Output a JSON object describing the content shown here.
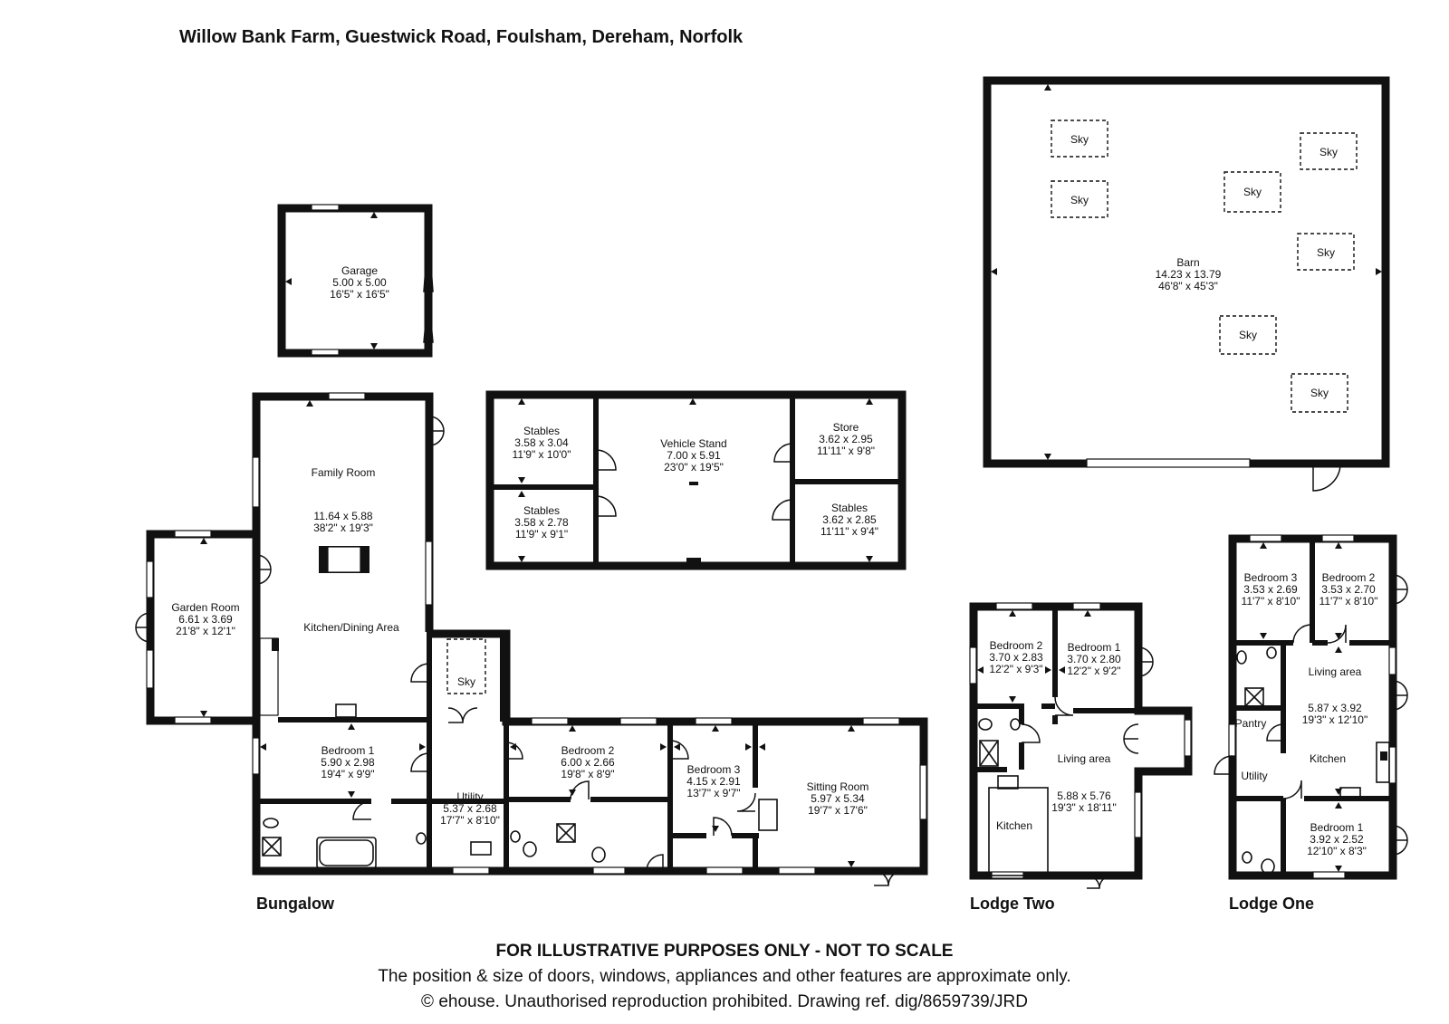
{
  "title": "Willow Bank Farm, Guestwick Road, Foulsham, Dereham, Norfolk",
  "buildings": {
    "bungalow": "Bungalow",
    "lodge_two": "Lodge Two",
    "lodge_one": "Lodge One"
  },
  "rooms": {
    "garage": {
      "name": "Garage",
      "metric": "5.00 x 5.00",
      "imperial": "16'5\" x 16'5\""
    },
    "barn": {
      "name": "Barn",
      "metric": "14.23 x 13.79",
      "imperial": "46'8\" x 45'3\""
    },
    "barn_skylight": "Sky",
    "stables_a": {
      "name": "Stables",
      "metric": "3.58 x 3.04",
      "imperial": "11'9\" x 10'0\""
    },
    "stables_b": {
      "name": "Stables",
      "metric": "3.58 x 2.78",
      "imperial": "11'9\" x 9'1\""
    },
    "vehicle_stand": {
      "name": "Vehicle Stand",
      "metric": "7.00 x 5.91",
      "imperial": "23'0\" x 19'5\""
    },
    "store": {
      "name": "Store",
      "metric": "3.62 x 2.95",
      "imperial": "11'11\" x 9'8\""
    },
    "stables_c": {
      "name": "Stables",
      "metric": "3.62 x 2.85",
      "imperial": "11'11\" x 9'4\""
    },
    "family_room": {
      "name": "Family Room",
      "metric": "11.64 x 5.88",
      "imperial": "38'2\" x 19'3\""
    },
    "kitchen_dining": {
      "name": "Kitchen/Dining Area"
    },
    "garden_room": {
      "name": "Garden Room",
      "metric": "6.61 x 3.69",
      "imperial": "21'8\" x 12'1\""
    },
    "bung_sky": "Sky",
    "bung_bedroom1": {
      "name": "Bedroom 1",
      "metric": "5.90 x 2.98",
      "imperial": "19'4\" x 9'9\""
    },
    "bung_utility": {
      "name": "Utility",
      "metric": "5.37 x 2.68",
      "imperial": "17'7\" x 8'10\""
    },
    "bung_bedroom2": {
      "name": "Bedroom 2",
      "metric": "6.00 x 2.66",
      "imperial": "19'8\" x 8'9\""
    },
    "bung_bedroom3": {
      "name": "Bedroom 3",
      "metric": "4.15 x 2.91",
      "imperial": "13'7\" x 9'7\""
    },
    "sitting_room": {
      "name": "Sitting Room",
      "metric": "5.97 x 5.34",
      "imperial": "19'7\" x 17'6\""
    },
    "l2_bedroom2": {
      "name": "Bedroom 2",
      "metric": "3.70 x 2.83",
      "imperial": "12'2\" x 9'3\""
    },
    "l2_bedroom1": {
      "name": "Bedroom 1",
      "metric": "3.70 x 2.80",
      "imperial": "12'2\" x 9'2\""
    },
    "l2_living": {
      "name": "Living area",
      "metric": "5.88 x 5.76",
      "imperial": "19'3\" x 18'11\""
    },
    "l2_kitchen": {
      "name": "Kitchen"
    },
    "l1_bedroom3": {
      "name": "Bedroom 3",
      "metric": "3.53 x 2.69",
      "imperial": "11'7\" x 8'10\""
    },
    "l1_bedroom2": {
      "name": "Bedroom 2",
      "metric": "3.53 x 2.70",
      "imperial": "11'7\" x 8'10\""
    },
    "l1_living": {
      "name": "Living area",
      "metric": "5.87 x 3.92",
      "imperial": "19'3\" x 12'10\""
    },
    "l1_kitchen": {
      "name": "Kitchen"
    },
    "l1_pantry": {
      "name": "Pantry"
    },
    "l1_utility": {
      "name": "Utility"
    },
    "l1_bedroom1": {
      "name": "Bedroom 1",
      "metric": "3.92 x 2.52",
      "imperial": "12'10\" x 8'3\""
    }
  },
  "footer": {
    "disclaimer": "FOR ILLUSTRATIVE PURPOSES ONLY - NOT TO SCALE",
    "note": "The position & size of doors, windows, appliances and other features are approximate only.",
    "copyright": "© ehouse. Unauthorised reproduction prohibited. Drawing ref. dig/8659739/JRD"
  }
}
